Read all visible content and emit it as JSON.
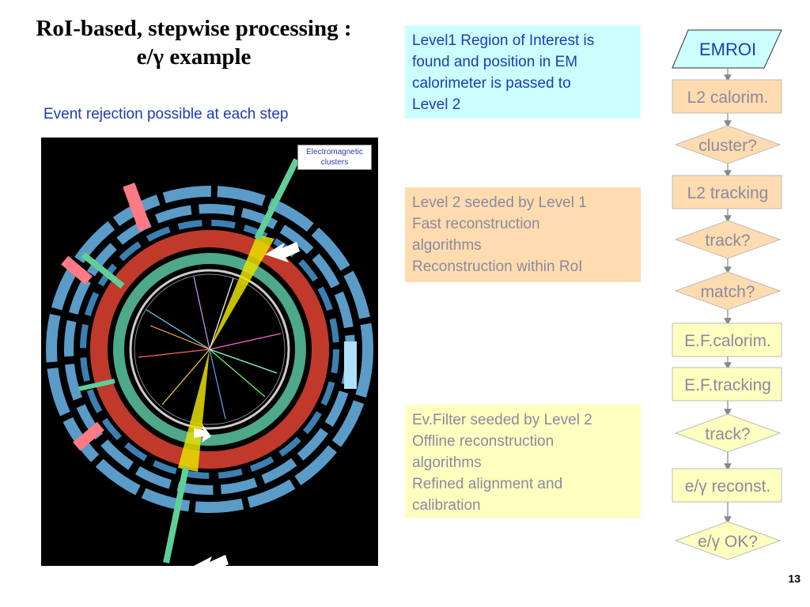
{
  "title_line1": "RoI-based, stepwise processing :",
  "title_line2": "e/γ example",
  "subtitle": "Event rejection possible at each step",
  "event_display": {
    "label": "Electromagnetic clusters"
  },
  "info_boxes": [
    {
      "lines": [
        "Level1 Region of Interest is",
        "found and position in EM",
        "calorimeter is passed to",
        "Level 2"
      ],
      "color": "#ccffff"
    },
    {
      "lines": [
        "Level 2 seeded by Level 1",
        "Fast reconstruction",
        "algorithms",
        "Reconstruction within RoI"
      ],
      "color": "#ffdcb0"
    },
    {
      "lines": [
        "Ev.Filter seeded by Level 2",
        "Offline reconstruction",
        "algorithms",
        "Refined alignment and",
        "calibration"
      ],
      "color": "#ffffc0"
    }
  ],
  "flow": {
    "start": "EMROI",
    "steps": [
      {
        "label": "L2 calorim.",
        "shape": "rect",
        "color": "#ffdcb0"
      },
      {
        "label": "cluster?",
        "shape": "diamond",
        "color": "#ffdcb0"
      },
      {
        "label": "L2 tracking",
        "shape": "rect",
        "color": "#ffdcb0"
      },
      {
        "label": "track?",
        "shape": "diamond",
        "color": "#ffdcb0"
      },
      {
        "label": "match?",
        "shape": "diamond",
        "color": "#ffdcb0"
      },
      {
        "label": "E.F.calorim.",
        "shape": "rect",
        "color": "#ffffc0"
      },
      {
        "label": "E.F.tracking",
        "shape": "rect",
        "color": "#ffffc0"
      },
      {
        "label": "track?",
        "shape": "diamond",
        "color": "#ffffc0"
      },
      {
        "label": "e/γ reconst.",
        "shape": "rect",
        "color": "#ffffc0"
      },
      {
        "label": "e/γ OK?",
        "shape": "diamond",
        "color": "#ffffc0"
      }
    ]
  },
  "page_number": "13"
}
